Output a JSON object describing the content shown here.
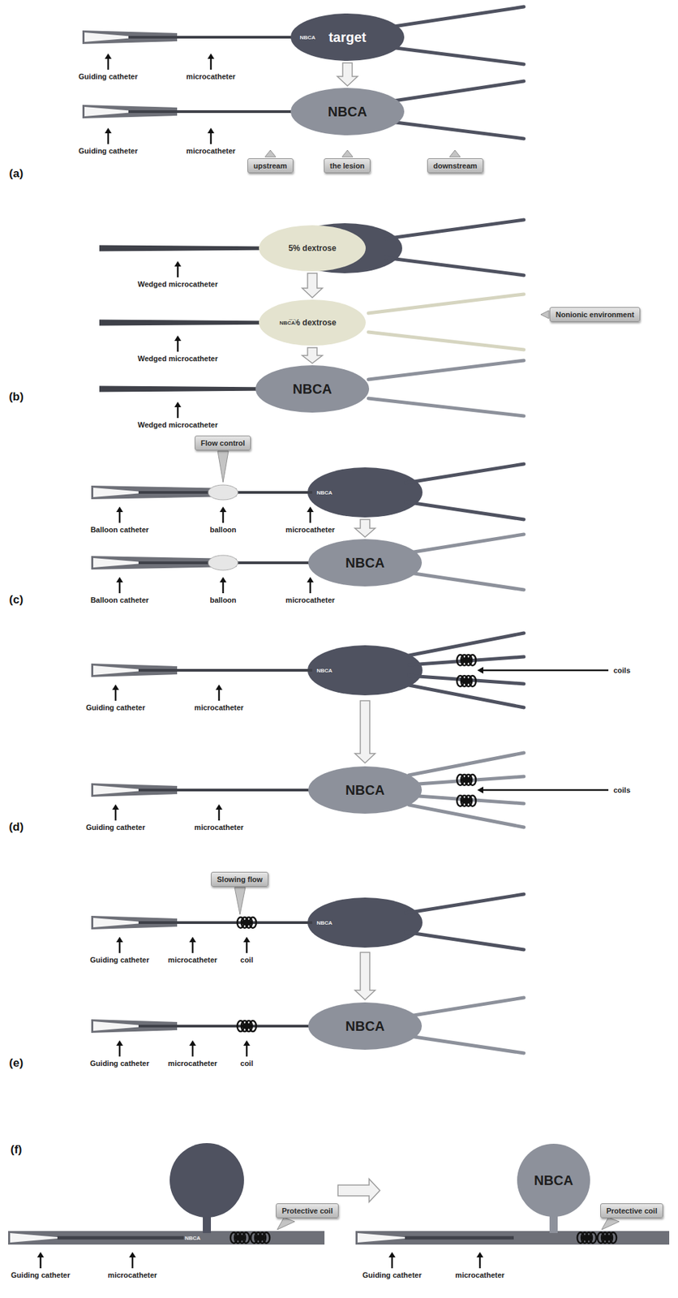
{
  "diagram": {
    "nodes": [
      {
        "text": [
          "target"
        ]
      },
      {
        "text": [
          "NBCA"
        ]
      },
      {
        "text": [
          "upstream"
        ]
      },
      {
        "text": [
          "the lesion"
        ]
      },
      {
        "text": [
          "downstream"
        ]
      },
      {
        "text": [
          "5% dextrose"
        ]
      },
      {
        "text": [
          "5% dextrose"
        ]
      },
      {
        "text": [
          "Nonionic environment"
        ]
      },
      {
        "text": [
          "NBCA"
        ]
      },
      {
        "text": [
          "Flow control"
        ]
      },
      {
        "text": [
          "NBCA"
        ]
      },
      {
        "text": [
          "NBCA"
        ]
      },
      {
        "text": [
          "Slowing flow"
        ]
      },
      {
        "text": [
          "NBCA"
        ]
      },
      {
        "text": [
          "Protective coil"
        ]
      },
      {
        "text": [
          "NBCA"
        ]
      },
      {
        "text": [
          "Protective coil"
        ]
      }
    ],
    "edges": [
      {
        "from": 0,
        "to": 1,
        "arrow": "to"
      },
      {
        "from": 5,
        "to": 6,
        "arrow": "to"
      },
      {
        "from": 6,
        "to": 8,
        "arrow": "to"
      }
    ],
    "labels": [
      "Guiding catheter",
      "microcatheter",
      "NBCA",
      "Guiding catheter",
      "microcatheter",
      "(a)",
      "Wedged microcatheter",
      "NBCA",
      "Wedged microcatheter",
      "Wedged microcatheter",
      "(b)",
      "NBCA",
      "Balloon catheter",
      "balloon",
      "microcatheter",
      "Balloon catheter",
      "balloon",
      "microcatheter",
      "(c)",
      "NBCA",
      "coils",
      "Guiding catheter",
      "microcatheter",
      "coils",
      "Guiding catheter",
      "microcatheter",
      "(d)",
      "NBCA",
      "Guiding catheter",
      "microcatheter",
      "coil",
      "Guiding catheter",
      "microcatheter",
      "coil",
      "(e)",
      "(f)",
      "NBCA",
      "Guiding catheter",
      "microcatheter",
      "Guiding catheter",
      "microcatheter"
    ]
  }
}
